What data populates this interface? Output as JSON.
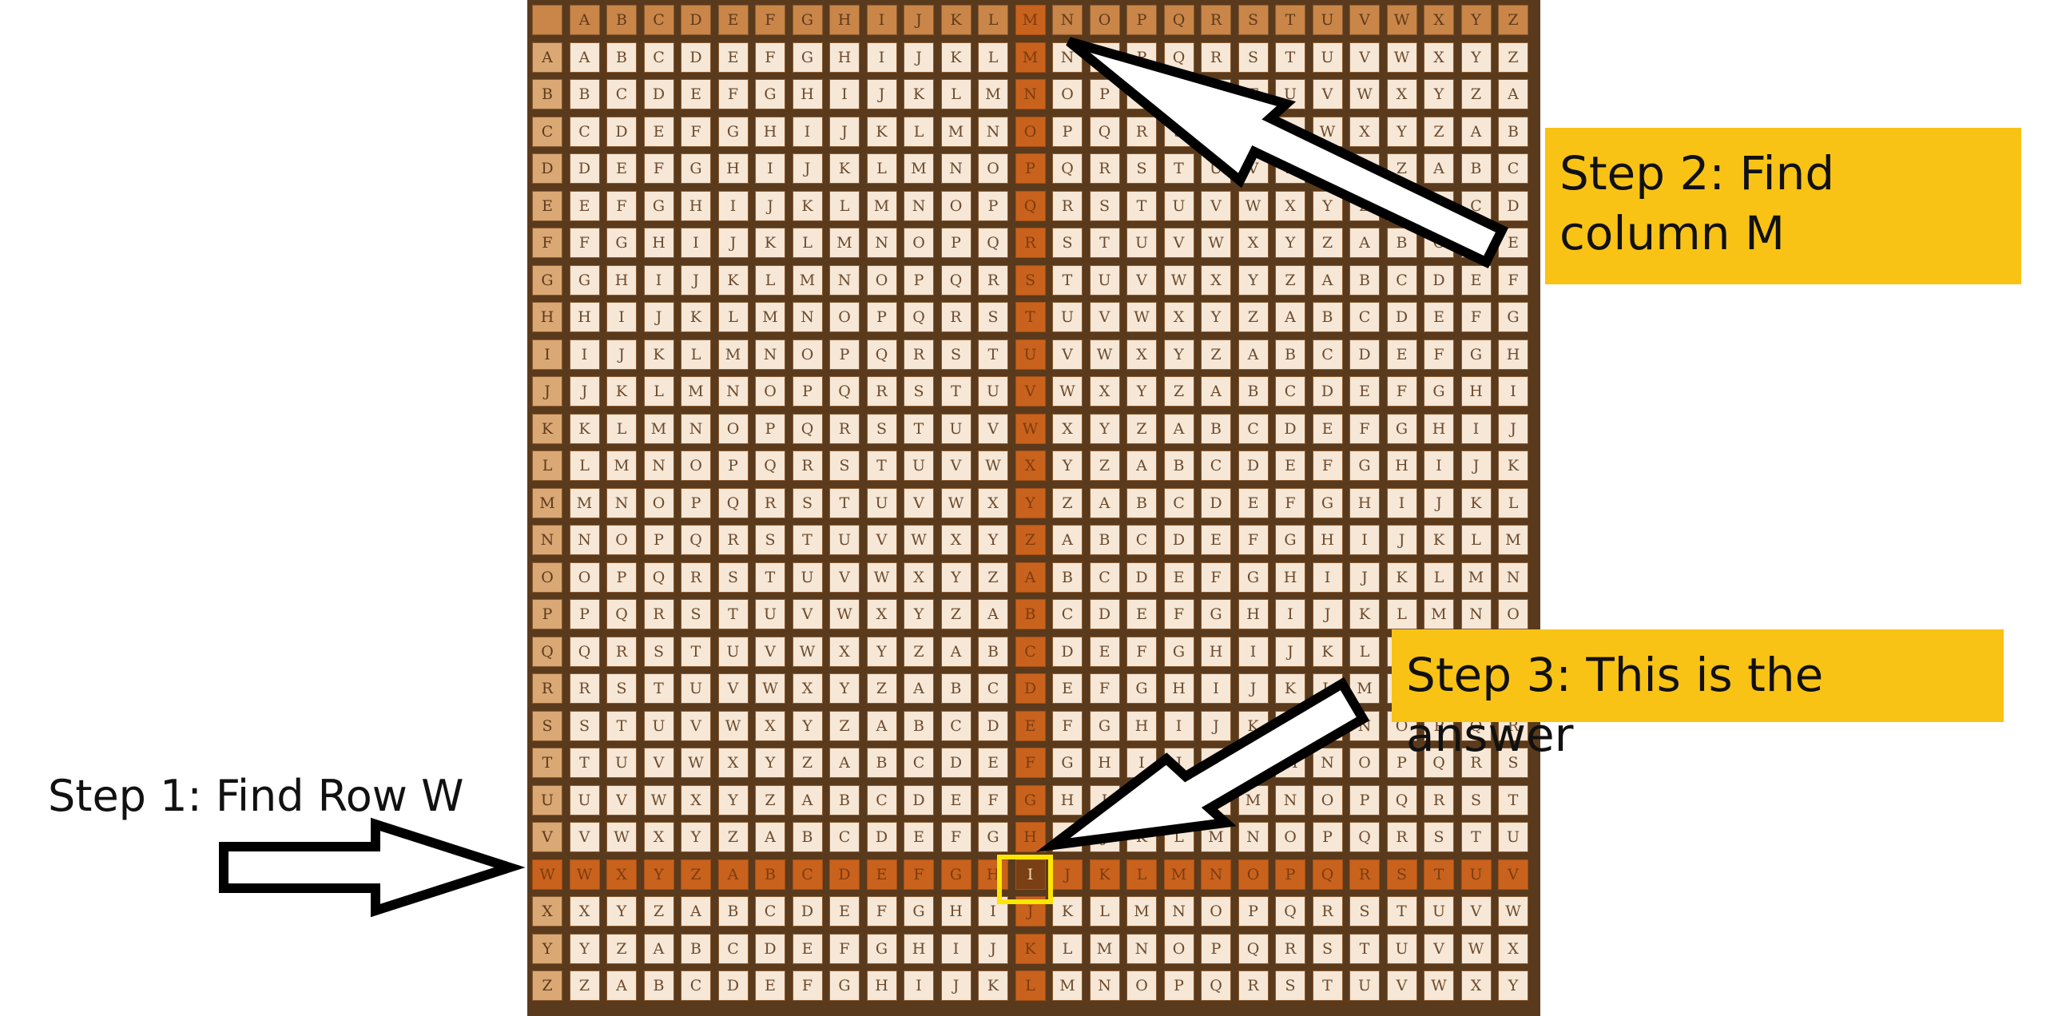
{
  "grid": {
    "column_headers": [
      "A",
      "B",
      "C",
      "D",
      "E",
      "F",
      "G",
      "H",
      "I",
      "J",
      "K",
      "L",
      "M",
      "N",
      "O",
      "P",
      "Q",
      "R",
      "S",
      "T",
      "U",
      "V",
      "W",
      "X",
      "Y",
      "Z"
    ],
    "row_headers": [
      "A",
      "B",
      "C",
      "D",
      "E",
      "F",
      "G",
      "H",
      "I",
      "J",
      "K",
      "L",
      "M",
      "N",
      "O",
      "P",
      "Q",
      "R",
      "S",
      "T",
      "U",
      "V",
      "W",
      "X",
      "Y",
      "Z"
    ],
    "highlighted_row": "W",
    "highlighted_column": "M",
    "answer": "I"
  },
  "annotations": {
    "step1": "Step 1: Find Row W",
    "step2": "Step 2: Find column M",
    "step3": "Step 3: This is the answer"
  },
  "colors": {
    "board_border": "#5a3a1c",
    "cell_fill": "#f6e7d6",
    "header_fill": "#c98648",
    "highlight_fill": "#c8621d",
    "answer_fill": "#7a3f13",
    "answer_outline": "#ffe600",
    "callout_fill": "#f9c316",
    "arrow_stroke": "#000000"
  }
}
